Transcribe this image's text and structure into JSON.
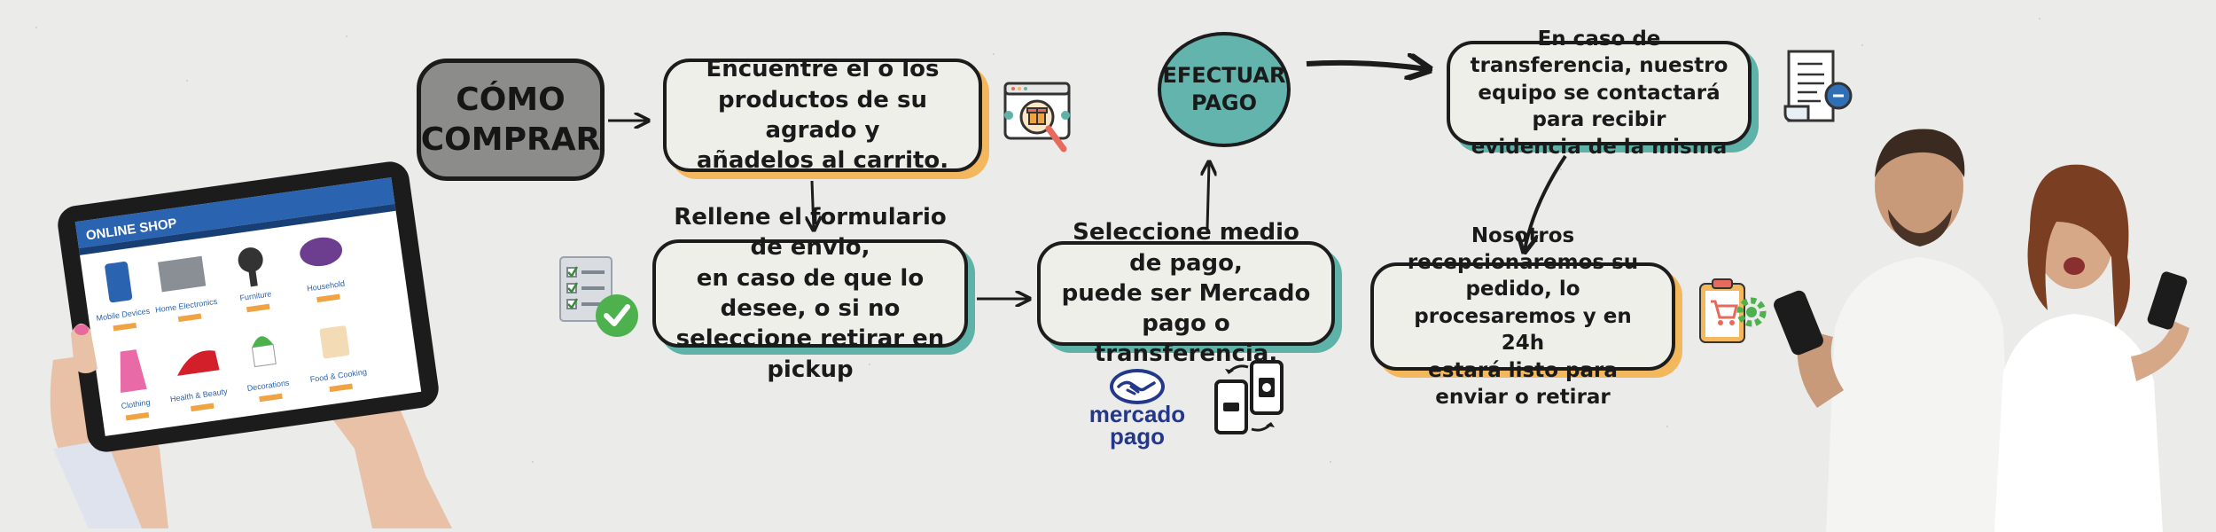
{
  "title": {
    "line1": "CÓMO",
    "line2": "COMPRAR"
  },
  "steps": {
    "add_products": {
      "line1": "Encuentre el o los",
      "line2": "productos de su agrado y",
      "line3": "añadelos al carrito."
    },
    "fill_form": {
      "line1": "Rellene el formulario de envio,",
      "line2": "en caso de que lo desee, o si no",
      "line3": "seleccione retirar en pickup"
    },
    "payment_method": {
      "line1": "Seleccione medio de pago,",
      "line2": "puede ser Mercado pago o",
      "line3": "transferencia."
    },
    "pay": {
      "line1": "EFECTUAR",
      "line2": "PAGO"
    },
    "transfer": {
      "line1": "En caso de transferencia, nuestro",
      "line2": "equipo se contactará para recibir",
      "line3": "evidencia de la misma"
    },
    "receive": {
      "line1": "Nosotros recepcionaremos su",
      "line2": "pedido, lo procesaremos y en 24h",
      "line3": "estará listo para enviar o retirar"
    }
  },
  "mercado_pago": {
    "line1": "mercado",
    "line2": "pago"
  },
  "tablet": {
    "shop_title": "ONLINE SHOP",
    "products": [
      "Mobile Devices",
      "Home Electronics",
      "Furniture",
      "Household",
      "Clothing",
      "Health & Beauty",
      "Decorations",
      "Food & Cooking"
    ]
  },
  "colors": {
    "background": "#ebebea",
    "box_fill": "#efefe9",
    "title_fill": "#8c8c8a",
    "orange_shadow": "#f3b85e",
    "teal_shadow": "#5fb2a8",
    "circle_fill": "#63b4ad",
    "mercado_blue": "#23378b"
  },
  "icons": [
    "web-gift-search-icon",
    "checklist-icon",
    "invoice-icon",
    "mobile-transfer-icon",
    "cart-clipboard-icon",
    "mercado-pago-handshake-icon"
  ]
}
